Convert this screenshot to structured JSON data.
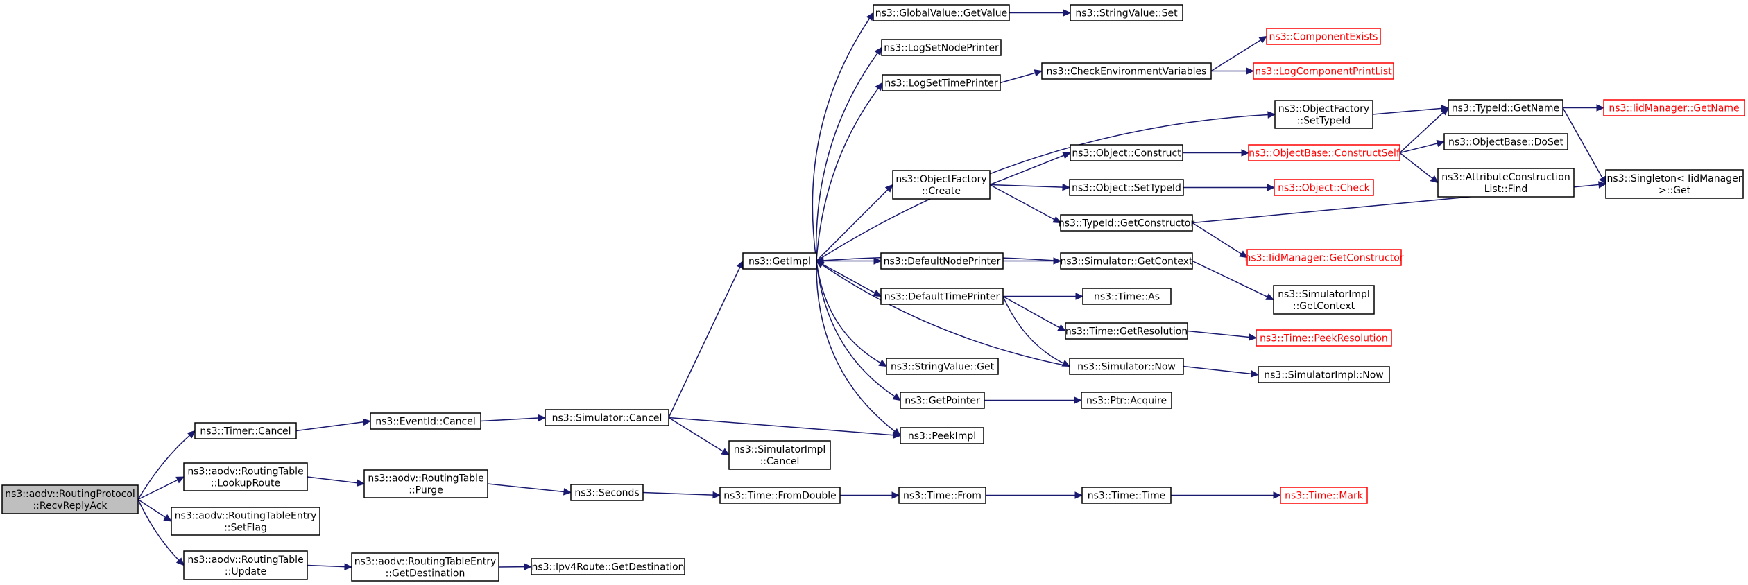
{
  "diagram": {
    "kind": "call-graph",
    "colors": {
      "edge": "#191970",
      "root_fill": "#bfbfbf",
      "node_fill": "#ffffff",
      "node_border": "#000000",
      "truncated_border": "#ff0000",
      "truncated_text": "#ff0000"
    },
    "nodes": [
      {
        "id": "recvreplyack",
        "lines": [
          "ns3::aodv::RoutingProtocol",
          "::RecvReplyAck"
        ],
        "style": "root"
      },
      {
        "id": "timer-cancel",
        "lines": [
          "ns3::Timer::Cancel"
        ],
        "style": "normal"
      },
      {
        "id": "lookuproute",
        "lines": [
          "ns3::aodv::RoutingTable",
          "::LookupRoute"
        ],
        "style": "normal"
      },
      {
        "id": "setflag",
        "lines": [
          "ns3::aodv::RoutingTableEntry",
          "::SetFlag"
        ],
        "style": "normal"
      },
      {
        "id": "rt-update",
        "lines": [
          "ns3::aodv::RoutingTable",
          "::Update"
        ],
        "style": "normal"
      },
      {
        "id": "eventid-cancel",
        "lines": [
          "ns3::EventId::Cancel"
        ],
        "style": "normal"
      },
      {
        "id": "rt-purge",
        "lines": [
          "ns3::aodv::RoutingTable",
          "::Purge"
        ],
        "style": "normal"
      },
      {
        "id": "rte-getdestination",
        "lines": [
          "ns3::aodv::RoutingTableEntry",
          "::GetDestination"
        ],
        "style": "normal"
      },
      {
        "id": "simulator-cancel",
        "lines": [
          "ns3::Simulator::Cancel"
        ],
        "style": "normal"
      },
      {
        "id": "seconds",
        "lines": [
          "ns3::Seconds"
        ],
        "style": "normal"
      },
      {
        "id": "ipv4route-getdestination",
        "lines": [
          "ns3::Ipv4Route::GetDestination"
        ],
        "style": "normal"
      },
      {
        "id": "getimpl",
        "lines": [
          "ns3::GetImpl"
        ],
        "style": "normal"
      },
      {
        "id": "simimpl-cancel",
        "lines": [
          "ns3::SimulatorImpl",
          "::Cancel"
        ],
        "style": "normal"
      },
      {
        "id": "time-fromdouble",
        "lines": [
          "ns3::Time::FromDouble"
        ],
        "style": "normal"
      },
      {
        "id": "globalvalue-getvalue",
        "lines": [
          "ns3::GlobalValue::GetValue"
        ],
        "style": "normal"
      },
      {
        "id": "logsetnodeprinter",
        "lines": [
          "ns3::LogSetNodePrinter"
        ],
        "style": "normal"
      },
      {
        "id": "logsettimeprinter",
        "lines": [
          "ns3::LogSetTimePrinter"
        ],
        "style": "normal"
      },
      {
        "id": "objectfactory-create",
        "lines": [
          "ns3::ObjectFactory",
          "::Create"
        ],
        "style": "normal"
      },
      {
        "id": "defaultnodeprinter",
        "lines": [
          "ns3::DefaultNodePrinter"
        ],
        "style": "normal"
      },
      {
        "id": "defaulttimeprinter",
        "lines": [
          "ns3::DefaultTimePrinter"
        ],
        "style": "normal"
      },
      {
        "id": "stringvalue-get",
        "lines": [
          "ns3::StringValue::Get"
        ],
        "style": "normal"
      },
      {
        "id": "getpointer",
        "lines": [
          "ns3::GetPointer"
        ],
        "style": "normal"
      },
      {
        "id": "peekimpl",
        "lines": [
          "ns3::PeekImpl"
        ],
        "style": "normal"
      },
      {
        "id": "time-from",
        "lines": [
          "ns3::Time::From"
        ],
        "style": "normal"
      },
      {
        "id": "stringvalue-set",
        "lines": [
          "ns3::StringValue::Set"
        ],
        "style": "normal"
      },
      {
        "id": "checkenvvars",
        "lines": [
          "ns3::CheckEnvironmentVariables"
        ],
        "style": "normal"
      },
      {
        "id": "object-construct",
        "lines": [
          "ns3::Object::Construct"
        ],
        "style": "normal"
      },
      {
        "id": "object-settypeid",
        "lines": [
          "ns3::Object::SetTypeId"
        ],
        "style": "normal"
      },
      {
        "id": "typeid-getconstructor",
        "lines": [
          "ns3::TypeId::GetConstructor"
        ],
        "style": "normal"
      },
      {
        "id": "simulator-getcontext",
        "lines": [
          "ns3::Simulator::GetContext"
        ],
        "style": "normal"
      },
      {
        "id": "time-as",
        "lines": [
          "ns3::Time::As"
        ],
        "style": "normal"
      },
      {
        "id": "time-getresolution",
        "lines": [
          "ns3::Time::GetResolution"
        ],
        "style": "normal"
      },
      {
        "id": "simulator-now",
        "lines": [
          "ns3::Simulator::Now"
        ],
        "style": "normal"
      },
      {
        "id": "ptr-acquire",
        "lines": [
          "ns3::Ptr::Acquire"
        ],
        "style": "normal"
      },
      {
        "id": "time-time",
        "lines": [
          "ns3::Time::Time"
        ],
        "style": "normal"
      },
      {
        "id": "componentexists",
        "lines": [
          "ns3::ComponentExists"
        ],
        "style": "truncated"
      },
      {
        "id": "logcomponentprintlist",
        "lines": [
          "ns3::LogComponentPrintList"
        ],
        "style": "truncated"
      },
      {
        "id": "objectfactory-settypeid",
        "lines": [
          "ns3::ObjectFactory",
          "::SetTypeId"
        ],
        "style": "normal"
      },
      {
        "id": "objectbase-constructself",
        "lines": [
          "ns3::ObjectBase::ConstructSelf"
        ],
        "style": "truncated"
      },
      {
        "id": "object-check",
        "lines": [
          "ns3::Object::Check"
        ],
        "style": "truncated"
      },
      {
        "id": "iidmanager-getconstructor",
        "lines": [
          "ns3::IidManager::GetConstructor"
        ],
        "style": "truncated"
      },
      {
        "id": "simimpl-getcontext",
        "lines": [
          "ns3::SimulatorImpl",
          "::GetContext"
        ],
        "style": "normal"
      },
      {
        "id": "time-peekresolution",
        "lines": [
          "ns3::Time::PeekResolution"
        ],
        "style": "truncated"
      },
      {
        "id": "simimpl-now",
        "lines": [
          "ns3::SimulatorImpl::Now"
        ],
        "style": "normal"
      },
      {
        "id": "time-mark",
        "lines": [
          "ns3::Time::Mark"
        ],
        "style": "truncated"
      },
      {
        "id": "typeid-getname",
        "lines": [
          "ns3::TypeId::GetName"
        ],
        "style": "normal"
      },
      {
        "id": "objectbase-doset",
        "lines": [
          "ns3::ObjectBase::DoSet"
        ],
        "style": "normal"
      },
      {
        "id": "attrconstructionlist-find",
        "lines": [
          "ns3::AttributeConstruction",
          "List::Find"
        ],
        "style": "normal"
      },
      {
        "id": "iidmanager-getname",
        "lines": [
          "ns3::IidManager::GetName"
        ],
        "style": "truncated"
      },
      {
        "id": "singleton-get",
        "lines": [
          "ns3::Singleton< IidManager",
          " >::Get"
        ],
        "style": "normal"
      }
    ],
    "edges": [
      [
        "recvreplyack",
        "timer-cancel"
      ],
      [
        "recvreplyack",
        "lookuproute"
      ],
      [
        "recvreplyack",
        "setflag"
      ],
      [
        "recvreplyack",
        "rt-update"
      ],
      [
        "timer-cancel",
        "eventid-cancel"
      ],
      [
        "lookuproute",
        "rt-purge"
      ],
      [
        "rt-update",
        "rte-getdestination"
      ],
      [
        "eventid-cancel",
        "simulator-cancel"
      ],
      [
        "rt-purge",
        "seconds"
      ],
      [
        "rte-getdestination",
        "ipv4route-getdestination"
      ],
      [
        "simulator-cancel",
        "getimpl"
      ],
      [
        "simulator-cancel",
        "simimpl-cancel"
      ],
      [
        "simulator-cancel",
        "peekimpl"
      ],
      [
        "seconds",
        "time-fromdouble"
      ],
      [
        "getimpl",
        "globalvalue-getvalue"
      ],
      [
        "getimpl",
        "logsetnodeprinter"
      ],
      [
        "getimpl",
        "logsettimeprinter"
      ],
      [
        "getimpl",
        "objectfactory-settypeid"
      ],
      [
        "getimpl",
        "objectfactory-create"
      ],
      [
        "getimpl",
        "defaultnodeprinter"
      ],
      [
        "getimpl",
        "defaulttimeprinter"
      ],
      [
        "getimpl",
        "stringvalue-get"
      ],
      [
        "getimpl",
        "getpointer"
      ],
      [
        "getimpl",
        "peekimpl"
      ],
      [
        "time-fromdouble",
        "time-from"
      ],
      [
        "globalvalue-getvalue",
        "stringvalue-set"
      ],
      [
        "logsettimeprinter",
        "checkenvvars"
      ],
      [
        "objectfactory-create",
        "object-construct"
      ],
      [
        "objectfactory-create",
        "object-settypeid"
      ],
      [
        "objectfactory-create",
        "typeid-getconstructor"
      ],
      [
        "defaultnodeprinter",
        "simulator-getcontext"
      ],
      [
        "defaulttimeprinter",
        "time-as"
      ],
      [
        "defaulttimeprinter",
        "time-getresolution"
      ],
      [
        "defaulttimeprinter",
        "simulator-now"
      ],
      [
        "getpointer",
        "ptr-acquire"
      ],
      [
        "time-from",
        "time-time"
      ],
      [
        "checkenvvars",
        "componentexists"
      ],
      [
        "checkenvvars",
        "logcomponentprintlist"
      ],
      [
        "object-construct",
        "objectbase-constructself"
      ],
      [
        "object-settypeid",
        "object-check"
      ],
      [
        "typeid-getconstructor",
        "iidmanager-getconstructor"
      ],
      [
        "typeid-getconstructor",
        "singleton-get"
      ],
      [
        "simulator-getcontext",
        "getimpl"
      ],
      [
        "simulator-getcontext",
        "simimpl-getcontext"
      ],
      [
        "time-getresolution",
        "time-peekresolution"
      ],
      [
        "simulator-now",
        "getimpl"
      ],
      [
        "simulator-now",
        "simimpl-now"
      ],
      [
        "time-time",
        "time-mark"
      ],
      [
        "objectfactory-settypeid",
        "typeid-getname"
      ],
      [
        "objectbase-constructself",
        "typeid-getname"
      ],
      [
        "objectbase-constructself",
        "objectbase-doset"
      ],
      [
        "objectbase-constructself",
        "attrconstructionlist-find"
      ],
      [
        "typeid-getname",
        "iidmanager-getname"
      ],
      [
        "typeid-getname",
        "singleton-get"
      ]
    ]
  }
}
